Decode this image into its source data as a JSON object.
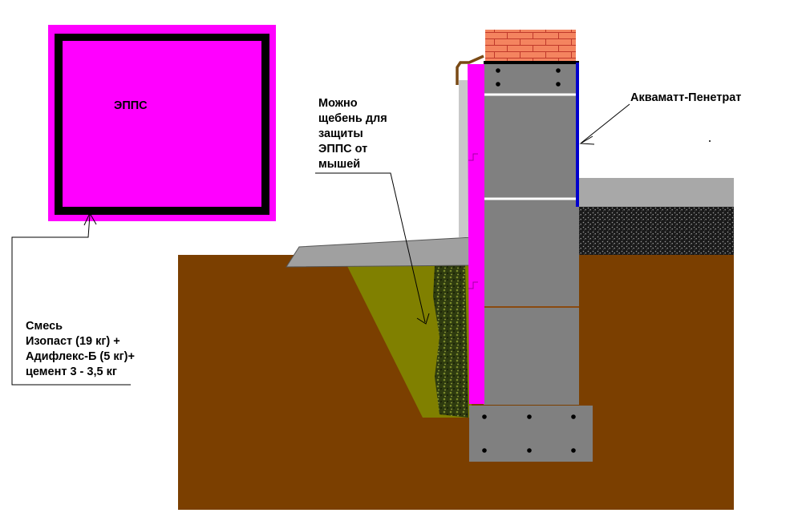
{
  "inset": {
    "label": "ЭППС"
  },
  "annotations": {
    "mix": [
      "Смесь",
      "Изопаст (19 кг) +",
      "Адифлекс-Б (5 кг)+",
      "цемент 3 - 3,5 кг"
    ],
    "gravel_note": [
      "Можно",
      "щебень для",
      "защиты",
      "ЭППС от",
      "мышей"
    ],
    "coating": "Акваматт-Пенетрат"
  },
  "colors": {
    "soil": "#7b3f00",
    "insulation": "#ff00ff",
    "concrete": "#808080",
    "brick": "#f4845f",
    "backfill": "#808000",
    "blind_area": "#a0a0a0",
    "membrane": "#0000cc",
    "sealant": "#000000"
  }
}
